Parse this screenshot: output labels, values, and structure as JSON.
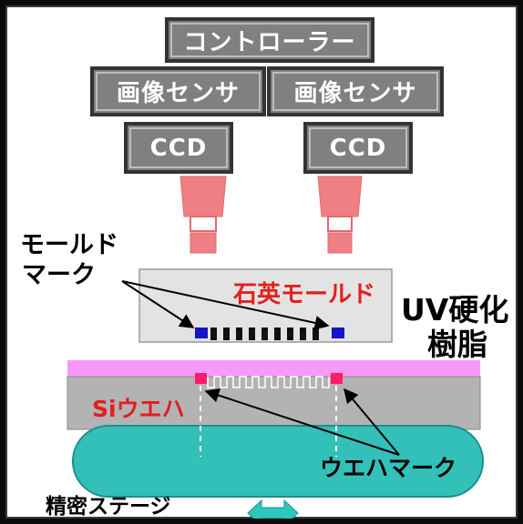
{
  "controller": {
    "label": "コントローラー"
  },
  "image_sensors": [
    {
      "label": "画像センサ"
    },
    {
      "label": "画像センサ"
    }
  ],
  "ccds": [
    {
      "label": "CCD"
    },
    {
      "label": "CCD"
    }
  ],
  "labels": {
    "mold_mark_line1": "モールド",
    "mold_mark_line2": "マーク",
    "quartz_mold": "石英モールド",
    "uv_resin_line1": "UV硬化",
    "uv_resin_line2": "樹脂",
    "si_wafer": "Siウエハ",
    "wafer_mark": "ウエハマーク",
    "stage": "精密ステージ"
  },
  "colors": {
    "box_fill": "#808080",
    "lens": "#f07f83",
    "mold": "#e3e3e3",
    "resin": "#f79af7",
    "wafer": "#b3b3b3",
    "stage": "#33c0b8",
    "mold_mark": "#1414c8",
    "wafer_mark": "#ff1a6b",
    "label_red": "#e41e1e"
  }
}
